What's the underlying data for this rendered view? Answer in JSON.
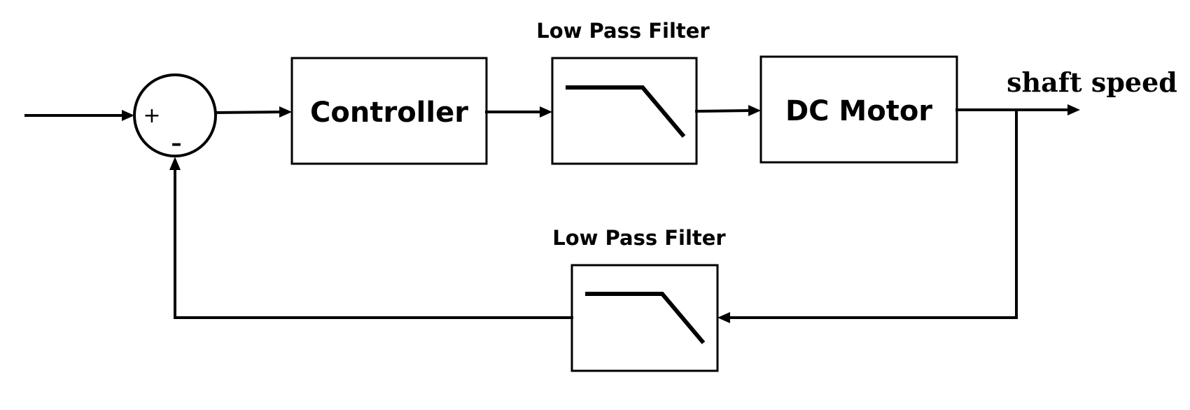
{
  "blocks": {
    "controller": "Controller",
    "dc_motor": "DC Motor",
    "forward_filter": "Low Pass Filter",
    "feedback_filter": "Low Pass Filter"
  },
  "summing_junction": {
    "plus_sign": "+",
    "minus_sign": "–"
  },
  "signals": {
    "output": "shaft speed"
  }
}
